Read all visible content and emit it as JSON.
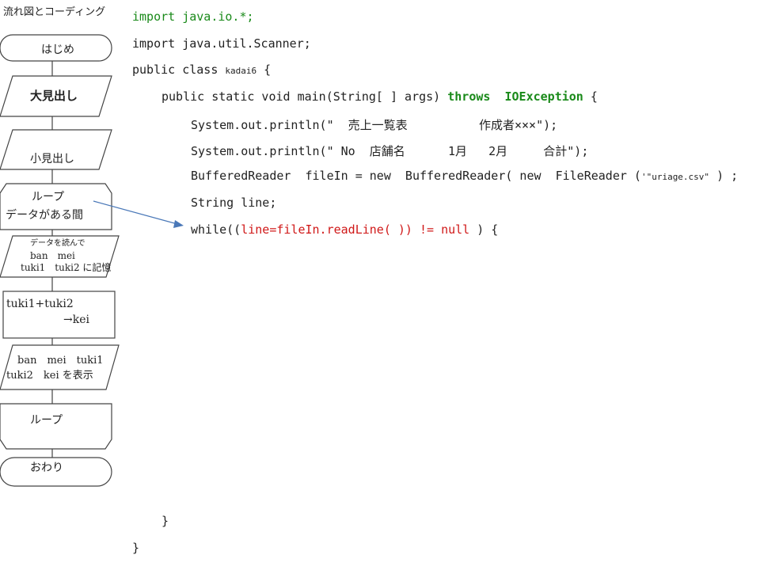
{
  "title": "流れ図とコーディング",
  "flowchart": {
    "start": "はじめ",
    "heading_main": "大見出し",
    "heading_sub": "小見出し",
    "loop_start": [
      "ループ",
      "データがある間"
    ],
    "read": [
      "データを読んで",
      "ban　mei",
      "tuki1　tuki2 に記憶"
    ],
    "process": [
      "tuki1+tuki2",
      "→kei"
    ],
    "display": [
      "ban　mei　tuki1",
      "tuki2　kei を表示"
    ],
    "loop_end": "ループ",
    "end": "おわり"
  },
  "code": {
    "l1": "import java.io.*;",
    "l2": "import java.util.Scanner;",
    "l3a": "public class ",
    "l3b": "kadai6",
    "l3c": " {",
    "l4a": "public static void main(String[ ] args) ",
    "l4b": "throws  IOException",
    "l4c": " {",
    "l5": "System.out.println(\"  売上一覧表          作成者×××\");",
    "l6": "System.out.println(\" No  店舗名      1月   2月     合計\");",
    "l7a": "BufferedReader  fileIn = new  BufferedReader( new  FileReader (",
    "l7b": "'\"uriage.csv\"",
    "l7c": " ) ;",
    "l8": "String line;",
    "l9a": "while((",
    "l9b": "line=fileIn.readLine( )) != null",
    "l9c": " ) {",
    "l10": "}",
    "l11": "}"
  },
  "colors": {
    "keyword": "#1a8a1a",
    "highlight": "#d01818",
    "arrow": "#4a78b8"
  }
}
